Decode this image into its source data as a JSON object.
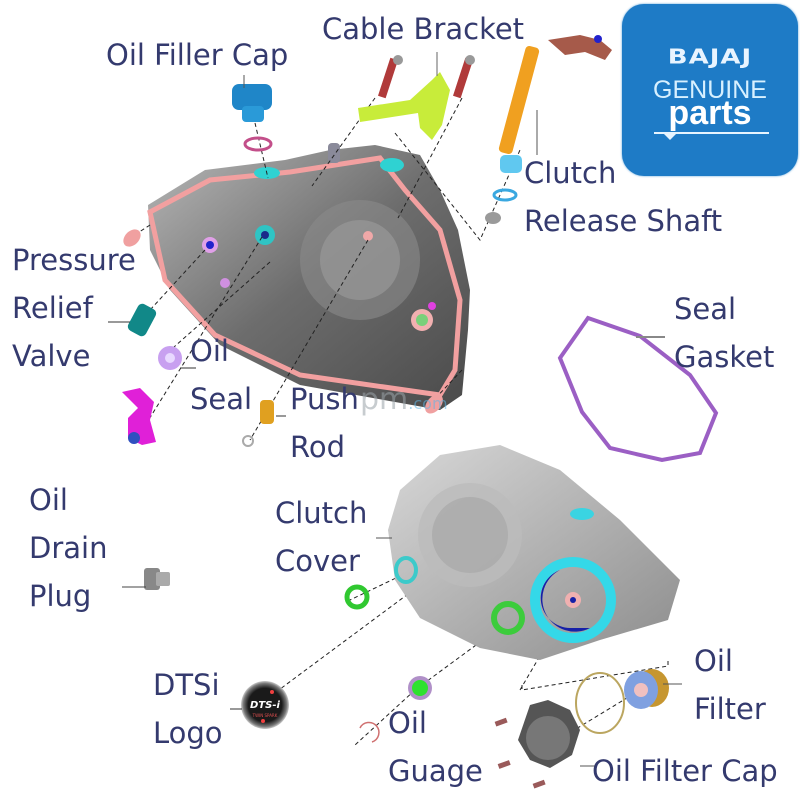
{
  "logo": {
    "brand": "BAJAJ",
    "line1": "GENUINE",
    "line2": "parts",
    "bg_color": "#1e7bc6"
  },
  "labels": {
    "oil_filler_cap": "Oil Filler Cap",
    "cable_bracket": "Cable Bracket",
    "clutch_release_shaft": [
      "Clutch",
      "Release Shaft"
    ],
    "pressure_relief_valve": [
      "Pressure",
      "Relief",
      "Valve"
    ],
    "oil_seal": [
      "Oil",
      "Seal"
    ],
    "push_rod": [
      "Push",
      "Rod"
    ],
    "seal_gasket": [
      "Seal",
      "Gasket"
    ],
    "oil_drain_plug": [
      "Oil",
      "Drain",
      "Plug"
    ],
    "clutch_cover": [
      "Clutch",
      "Cover"
    ],
    "dtsi_logo": [
      "DTSi",
      "Logo"
    ],
    "oil_guage": [
      "Oil",
      "Guage"
    ],
    "oil_filter": [
      "Oil",
      "Filter"
    ],
    "oil_filter_cap": "Oil Filter Cap"
  },
  "badge_text": {
    "main": "DTS-i",
    "sub": "TWIN SPARK"
  },
  "watermark": {
    "main": "pm",
    "suffix": ".com"
  },
  "colors": {
    "label_text": "#343a6e",
    "gasket_pink": "#f0a0a0",
    "gasket_purple": "#9b5fc4",
    "cover_gray": "#8a8a8a"
  }
}
